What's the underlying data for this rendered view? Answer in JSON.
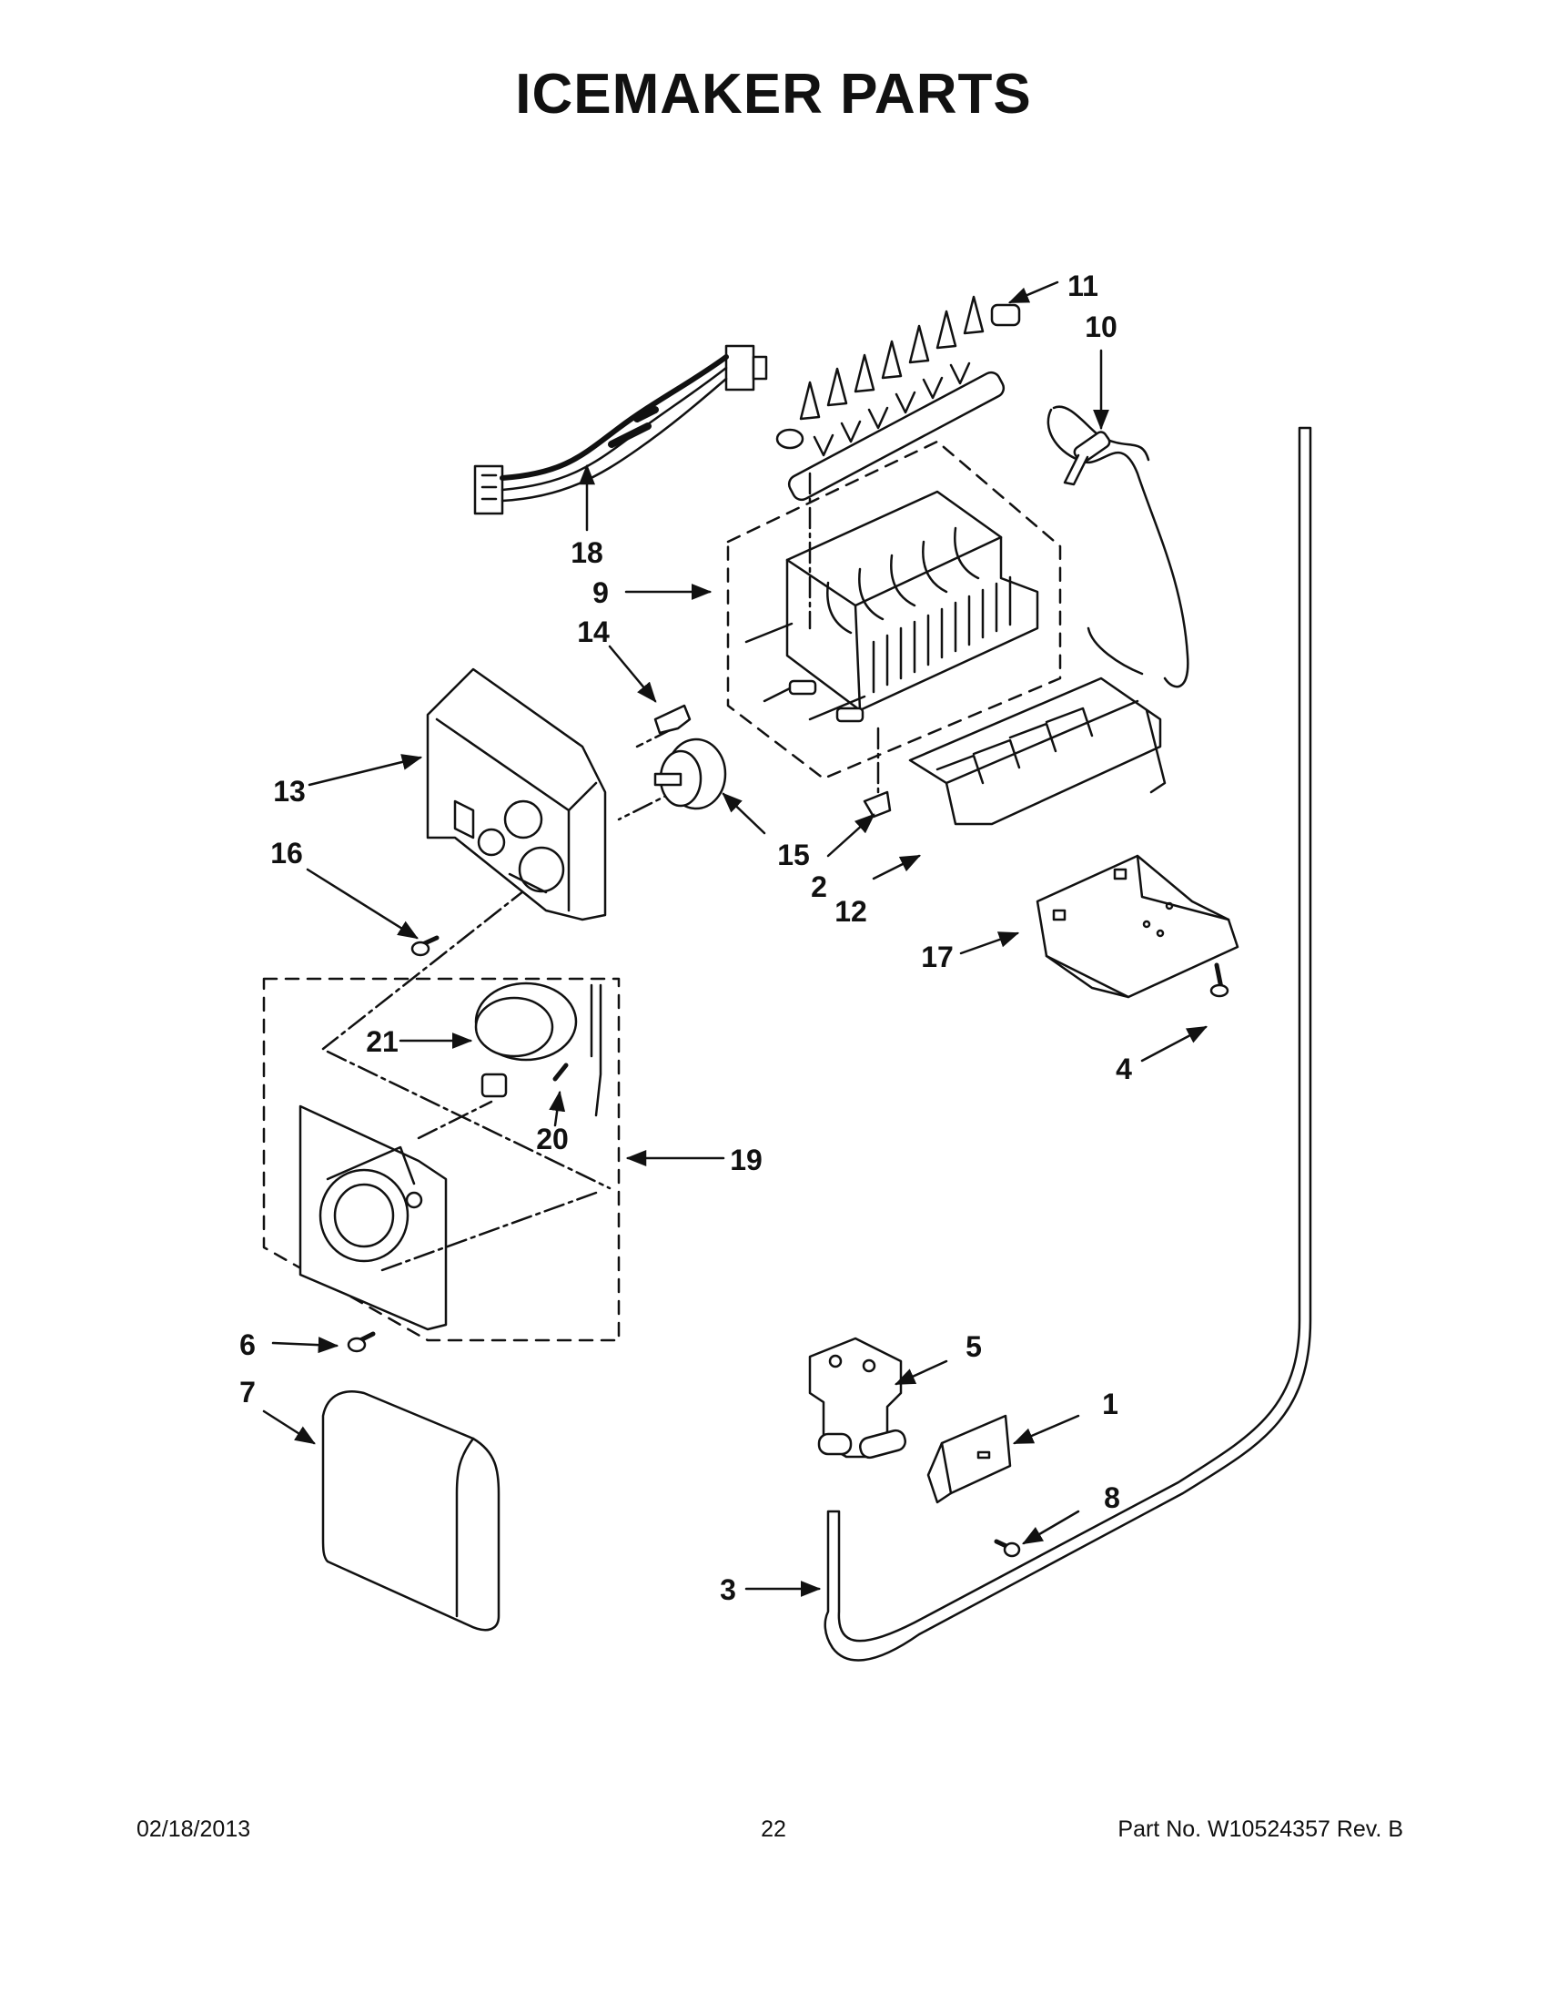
{
  "title": "ICEMAKER PARTS",
  "callouts": [
    "1",
    "2",
    "3",
    "4",
    "5",
    "6",
    "7",
    "8",
    "9",
    "10",
    "11",
    "12",
    "13",
    "14",
    "15",
    "16",
    "17",
    "18",
    "19",
    "20",
    "21"
  ],
  "footer": {
    "date": "02/18/2013",
    "page": "22",
    "part_no": "Part No.  W10524357  Rev.  B"
  }
}
